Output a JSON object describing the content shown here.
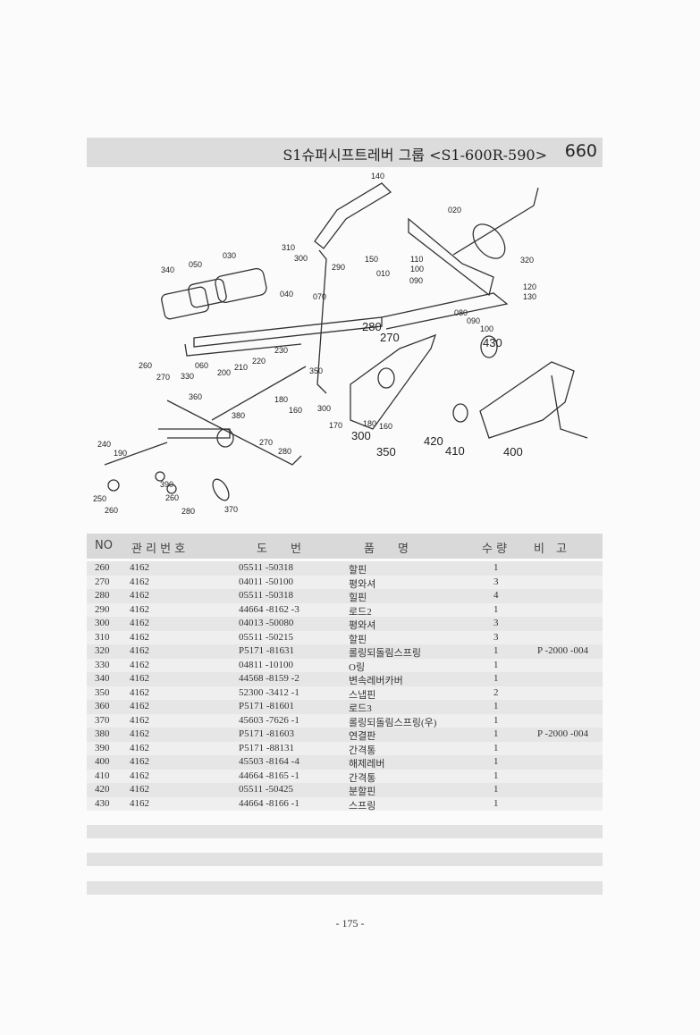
{
  "header": {
    "title": "S1슈퍼시프트레버 그룹 <S1-600R-590>",
    "page_code": "660"
  },
  "diagram": {
    "callouts": [
      "140",
      "020",
      "320",
      "310",
      "300",
      "150",
      "290",
      "340",
      "050",
      "030",
      "040",
      "110",
      "100",
      "090",
      "010",
      "120",
      "130",
      "070",
      "080",
      "090",
      "100",
      "280",
      "270",
      "430",
      "260",
      "270",
      "330",
      "060",
      "200",
      "210",
      "220",
      "230",
      "350",
      "360",
      "180",
      "160",
      "300",
      "380",
      "180",
      "160",
      "170",
      "300",
      "350",
      "420",
      "410",
      "400",
      "240",
      "190",
      "270",
      "280",
      "390",
      "250",
      "260",
      "260",
      "280",
      "370"
    ]
  },
  "table": {
    "headers": {
      "no": "NO",
      "mgmt": "관 리 번 호",
      "drawing": "도　　번",
      "name": "품　　명",
      "qty": "수 량",
      "remark": "비　고"
    },
    "rows": [
      {
        "no": "260",
        "mgmt": "4162",
        "drawing": "05511 -50318",
        "name": "할핀",
        "qty": "1",
        "remark": ""
      },
      {
        "no": "270",
        "mgmt": "4162",
        "drawing": "04011 -50100",
        "name": "평와셔",
        "qty": "3",
        "remark": ""
      },
      {
        "no": "280",
        "mgmt": "4162",
        "drawing": "05511 -50318",
        "name": "힐핀",
        "qty": "4",
        "remark": ""
      },
      {
        "no": "290",
        "mgmt": "4162",
        "drawing": "44664 -8162 -3",
        "name": "로드2",
        "qty": "1",
        "remark": ""
      },
      {
        "no": "300",
        "mgmt": "4162",
        "drawing": "04013 -50080",
        "name": "평와셔",
        "qty": "3",
        "remark": ""
      },
      {
        "no": "310",
        "mgmt": "4162",
        "drawing": "05511 -50215",
        "name": "할핀",
        "qty": "3",
        "remark": ""
      },
      {
        "no": "320",
        "mgmt": "4162",
        "drawing": "P5171 -81631",
        "name": "롤링되돌림스프링",
        "qty": "1",
        "remark": "P -2000 -004"
      },
      {
        "no": "330",
        "mgmt": "4162",
        "drawing": "04811 -10100",
        "name": "O링",
        "qty": "1",
        "remark": ""
      },
      {
        "no": "340",
        "mgmt": "4162",
        "drawing": "44568 -8159 -2",
        "name": "변속레버카버",
        "qty": "1",
        "remark": ""
      },
      {
        "no": "350",
        "mgmt": "4162",
        "drawing": "52300 -3412 -1",
        "name": "스냅핀",
        "qty": "2",
        "remark": ""
      },
      {
        "no": "360",
        "mgmt": "4162",
        "drawing": "P5171 -81601",
        "name": "로드3",
        "qty": "1",
        "remark": ""
      },
      {
        "no": "370",
        "mgmt": "4162",
        "drawing": "45603 -7626 -1",
        "name": "롤링되돌림스프링(우)",
        "qty": "1",
        "remark": ""
      },
      {
        "no": "380",
        "mgmt": "4162",
        "drawing": "P5171 -81603",
        "name": "연결판",
        "qty": "1",
        "remark": "P -2000 -004"
      },
      {
        "no": "390",
        "mgmt": "4162",
        "drawing": "P5171 -88131",
        "name": "간격통",
        "qty": "1",
        "remark": ""
      },
      {
        "no": "400",
        "mgmt": "4162",
        "drawing": "45503 -8164 -4",
        "name": "해제레버",
        "qty": "1",
        "remark": ""
      },
      {
        "no": "410",
        "mgmt": "4162",
        "drawing": "44664 -8165 -1",
        "name": "간격통",
        "qty": "1",
        "remark": ""
      },
      {
        "no": "420",
        "mgmt": "4162",
        "drawing": "05511 -50425",
        "name": "분할핀",
        "qty": "1",
        "remark": ""
      },
      {
        "no": "430",
        "mgmt": "4162",
        "drawing": "44664 -8166 -1",
        "name": "스프링",
        "qty": "1",
        "remark": ""
      }
    ]
  },
  "footer": {
    "page_number": "- 175 -"
  }
}
